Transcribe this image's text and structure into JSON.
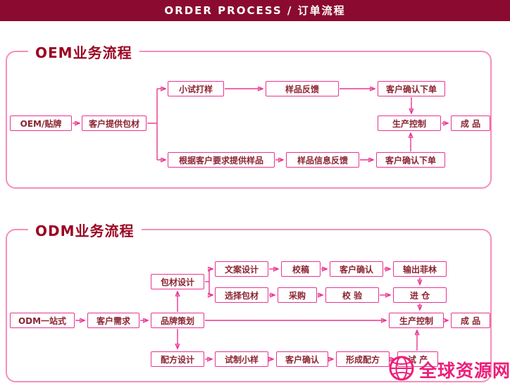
{
  "header": {
    "title": "ORDER PROCESS / 订单流程"
  },
  "colors": {
    "header_bg": "#8a0b2f",
    "section_border_pink": "#f58fbb",
    "accent_pink": "#e8368f",
    "title_dark_red": "#9b0522",
    "node_text": "#8b2433",
    "watermark_pink": "#ec1e79"
  },
  "oem": {
    "title": "OEM业务流程",
    "nodes": [
      {
        "label": "OEM/贴牌"
      },
      {
        "label": "客户提供包材"
      },
      {
        "label": "小试打样"
      },
      {
        "label": "样品反馈"
      },
      {
        "label": "客户确认下单"
      },
      {
        "label": "生产控制"
      },
      {
        "label": "成  品"
      },
      {
        "label": "根据客户要求提供样品"
      },
      {
        "label": "样品信息反馈"
      },
      {
        "label": "客户确认下单"
      }
    ],
    "edges": [
      [
        0,
        1
      ],
      [
        1,
        2
      ],
      [
        1,
        7
      ],
      [
        2,
        3
      ],
      [
        3,
        4
      ],
      [
        4,
        5
      ],
      [
        5,
        6
      ],
      [
        7,
        8
      ],
      [
        8,
        9
      ],
      [
        9,
        5
      ]
    ]
  },
  "odm": {
    "title": "ODM业务流程",
    "nodes": [
      {
        "label": "ODM一站式"
      },
      {
        "label": "客户需求"
      },
      {
        "label": "品牌策划"
      },
      {
        "label": "包材设计"
      },
      {
        "label": "文案设计"
      },
      {
        "label": "校稿"
      },
      {
        "label": "客户确认"
      },
      {
        "label": "输出菲林"
      },
      {
        "label": "选择包材"
      },
      {
        "label": "采购"
      },
      {
        "label": "校 验"
      },
      {
        "label": "进 仓"
      },
      {
        "label": "生产控制"
      },
      {
        "label": "成  品"
      },
      {
        "label": "配方设计"
      },
      {
        "label": "试制小样"
      },
      {
        "label": "客户确认"
      },
      {
        "label": "形成配方"
      },
      {
        "label": "试 产"
      }
    ],
    "edges": [
      [
        0,
        1
      ],
      [
        1,
        2
      ],
      [
        2,
        3
      ],
      [
        2,
        14
      ],
      [
        2,
        12
      ],
      [
        3,
        4
      ],
      [
        3,
        8
      ],
      [
        4,
        5
      ],
      [
        5,
        6
      ],
      [
        6,
        7
      ],
      [
        7,
        11
      ],
      [
        8,
        9
      ],
      [
        9,
        10
      ],
      [
        10,
        11
      ],
      [
        11,
        12
      ],
      [
        14,
        15
      ],
      [
        15,
        16
      ],
      [
        16,
        17
      ],
      [
        17,
        18
      ],
      [
        18,
        12
      ],
      [
        12,
        13
      ]
    ]
  },
  "watermark": {
    "text": "全球资源网",
    "icon": "globe-icon"
  }
}
